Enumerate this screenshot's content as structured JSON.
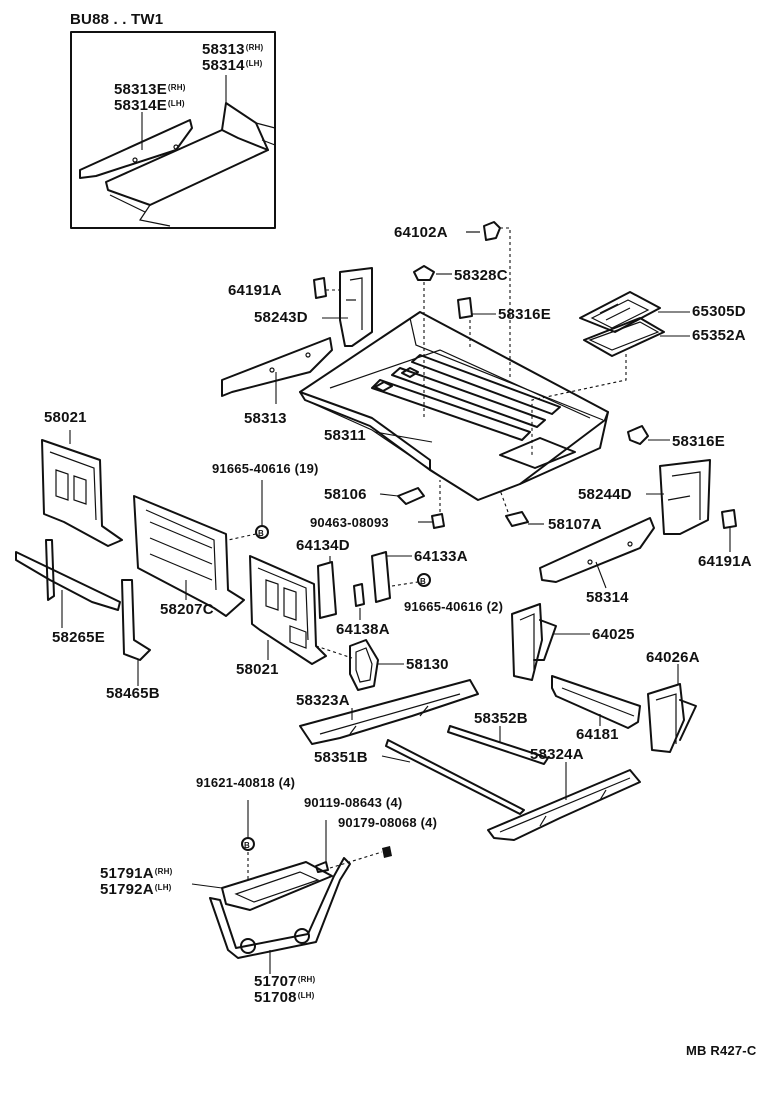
{
  "inset": {
    "title": "BU88 . . TW1",
    "labels": [
      {
        "code": "58313",
        "side": "(RH)"
      },
      {
        "code": "58314",
        "side": "(LH)"
      },
      {
        "code": "58313E",
        "side": "(RH)"
      },
      {
        "code": "58314E",
        "side": "(LH)"
      }
    ]
  },
  "labels": {
    "l64102A": "64102A",
    "l58328C": "58328C",
    "l64191A_top": "64191A",
    "l58243D": "58243D",
    "l58316E": "58316E",
    "l65305D": "65305D",
    "l65352A": "65352A",
    "l58313": "58313",
    "l58311": "58311",
    "l58316E_b": "58316E",
    "l58021_top": "58021",
    "l91665_19": "91665-40616 (19)",
    "l58106": "58106",
    "l58244D": "58244D",
    "l90463": "90463-08093",
    "l58107A": "58107A",
    "l64191A_r": "64191A",
    "l64134D": "64134D",
    "l64133A": "64133A",
    "l91665_2": "91665-40616 (2)",
    "l58314": "58314",
    "l58207C": "58207C",
    "l64138A": "64138A",
    "l58265E": "58265E",
    "l64025": "64025",
    "l58021_b": "58021",
    "l58130": "58130",
    "l64026A": "64026A",
    "l58465B": "58465B",
    "l58323A": "58323A",
    "l58352B": "58352B",
    "l64181": "64181",
    "l58351B": "58351B",
    "l58324A": "58324A",
    "l91621": "91621-40818 (4)",
    "l90119": "90119-08643 (4)",
    "l90179": "90179-08068 (4)",
    "l51791A": "51791A",
    "l51792A": "51792A",
    "l51707": "51707",
    "l51708": "51708",
    "sideRH": "(RH)",
    "sideLH": "(LH)",
    "ref": "MB R427-C"
  }
}
